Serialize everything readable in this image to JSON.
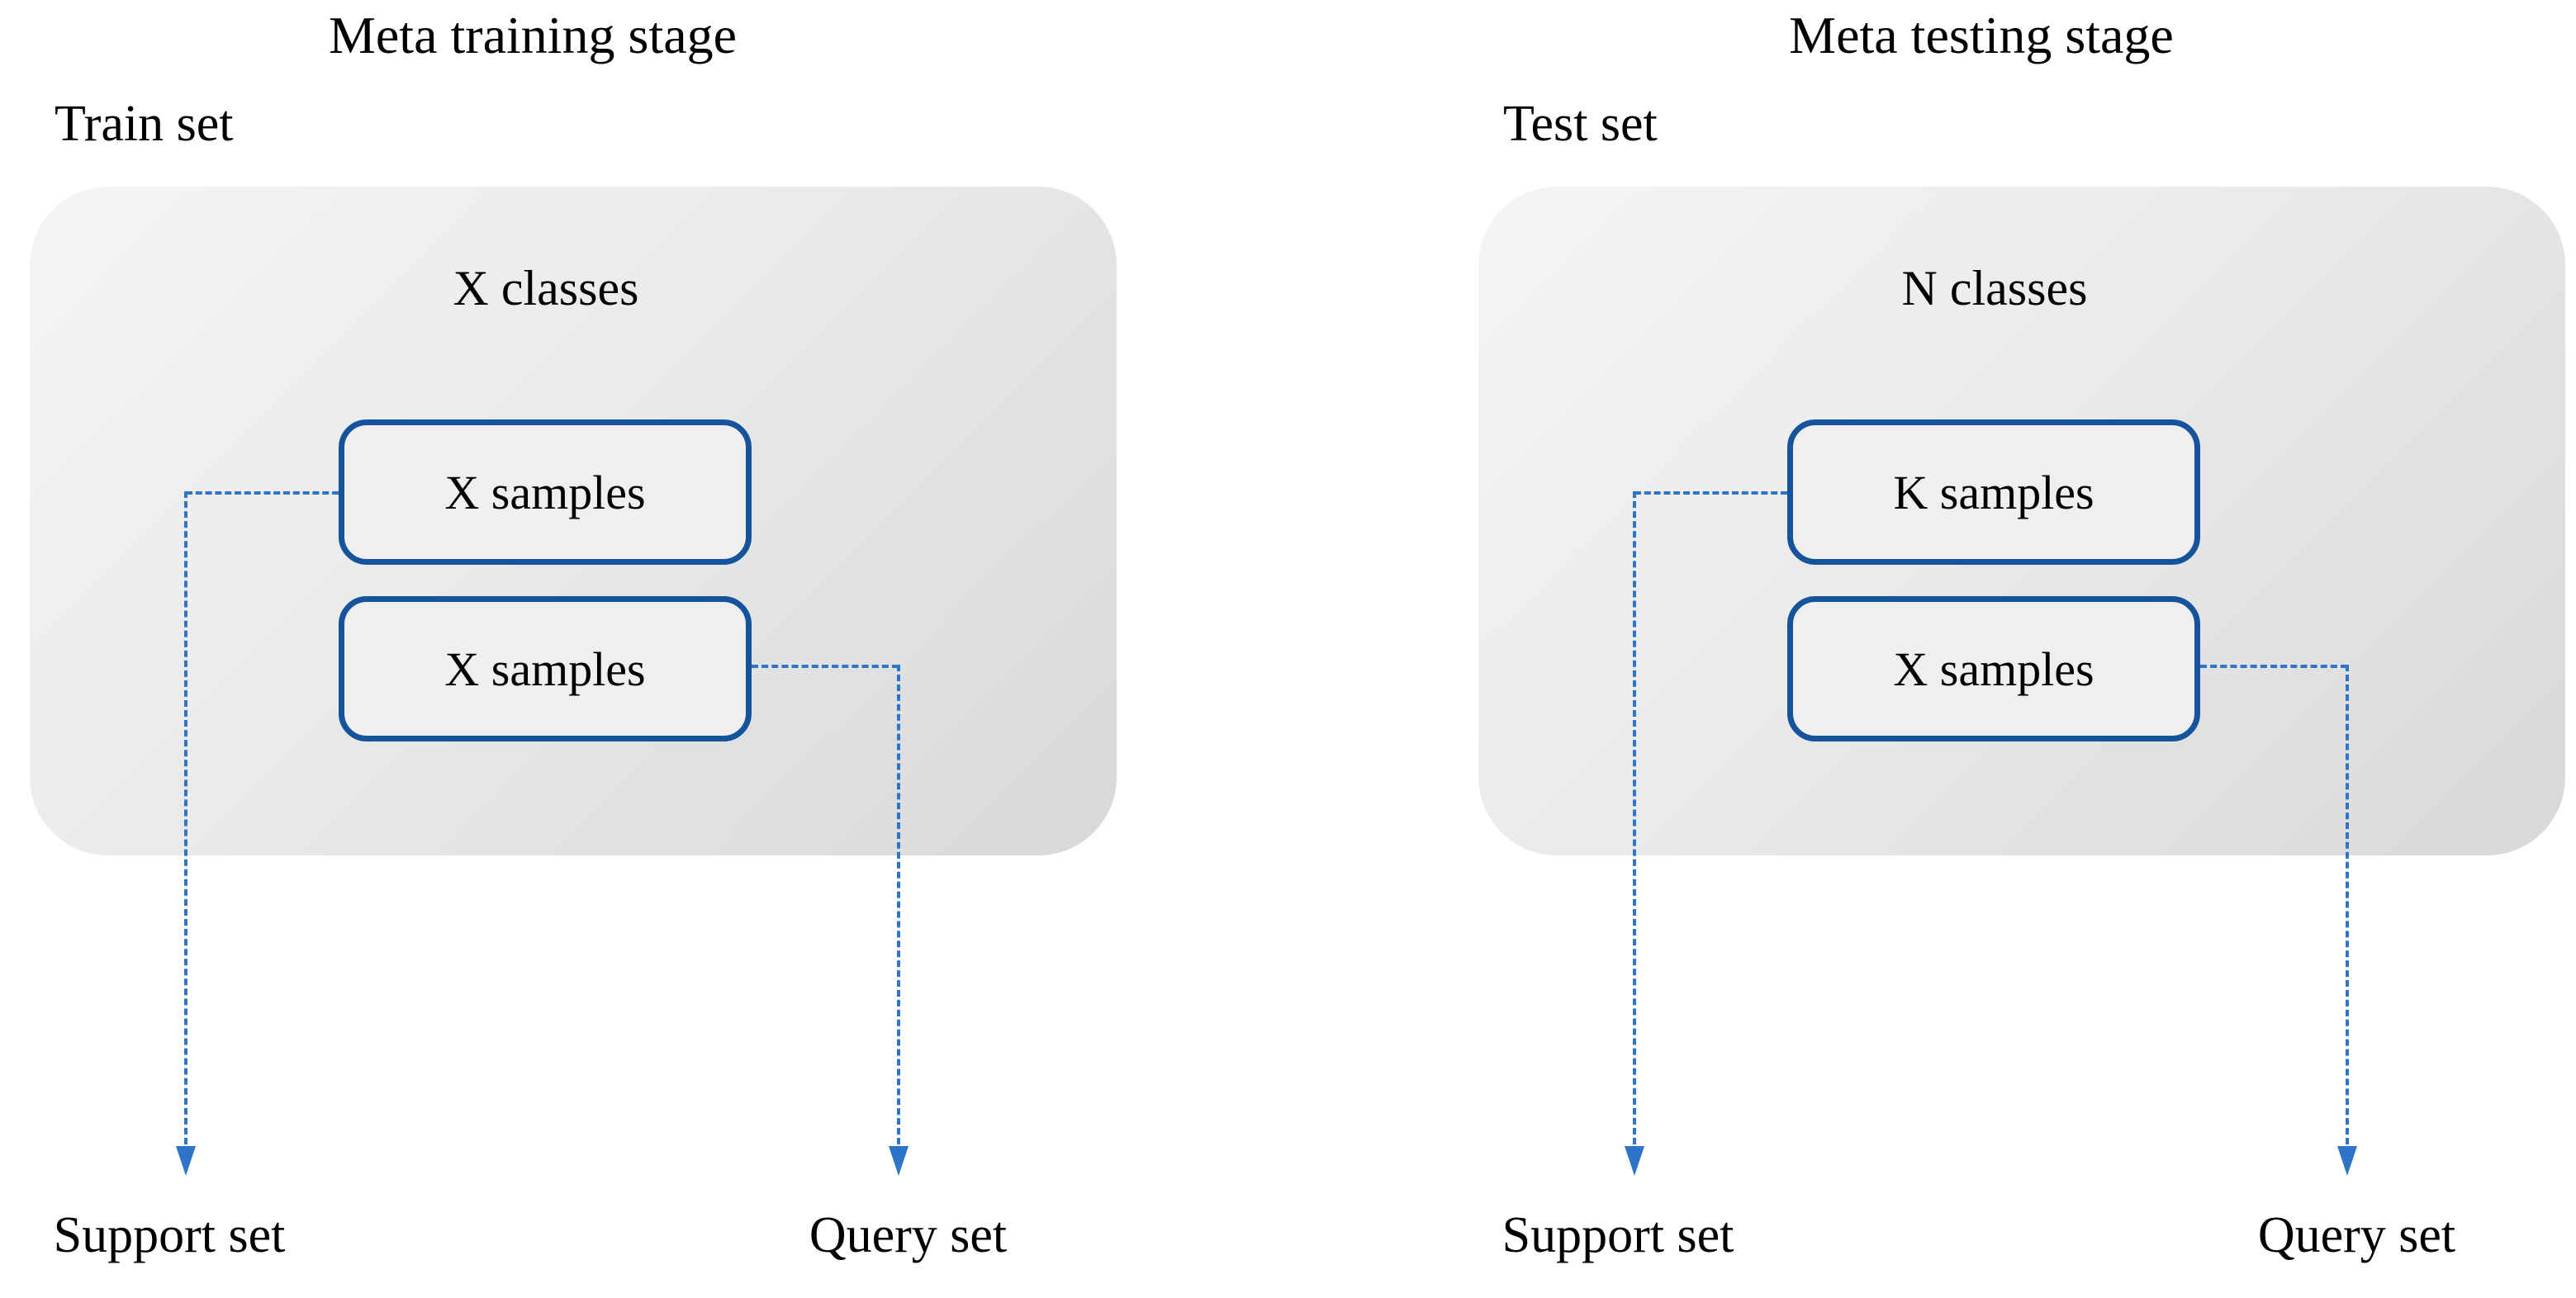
{
  "colors": {
    "background": "#ffffff",
    "text": "#000000",
    "box_border": "#15539c",
    "connector": "#2e74c8",
    "panel_gradient_start": "#f5f5f5",
    "panel_gradient_end": "#d8d8d8"
  },
  "stages": [
    {
      "title": "Meta training stage",
      "set_label": "Train set",
      "classes_label": "X classes",
      "boxes": [
        {
          "label": "X samples"
        },
        {
          "label": "X samples"
        }
      ],
      "outputs": [
        {
          "label": "Support set"
        },
        {
          "label": "Query set"
        }
      ]
    },
    {
      "title": "Meta testing stage",
      "set_label": "Test set",
      "classes_label": "N classes",
      "boxes": [
        {
          "label": "K samples"
        },
        {
          "label": "X samples"
        }
      ],
      "outputs": [
        {
          "label": "Support set"
        },
        {
          "label": "Query set"
        }
      ]
    }
  ]
}
